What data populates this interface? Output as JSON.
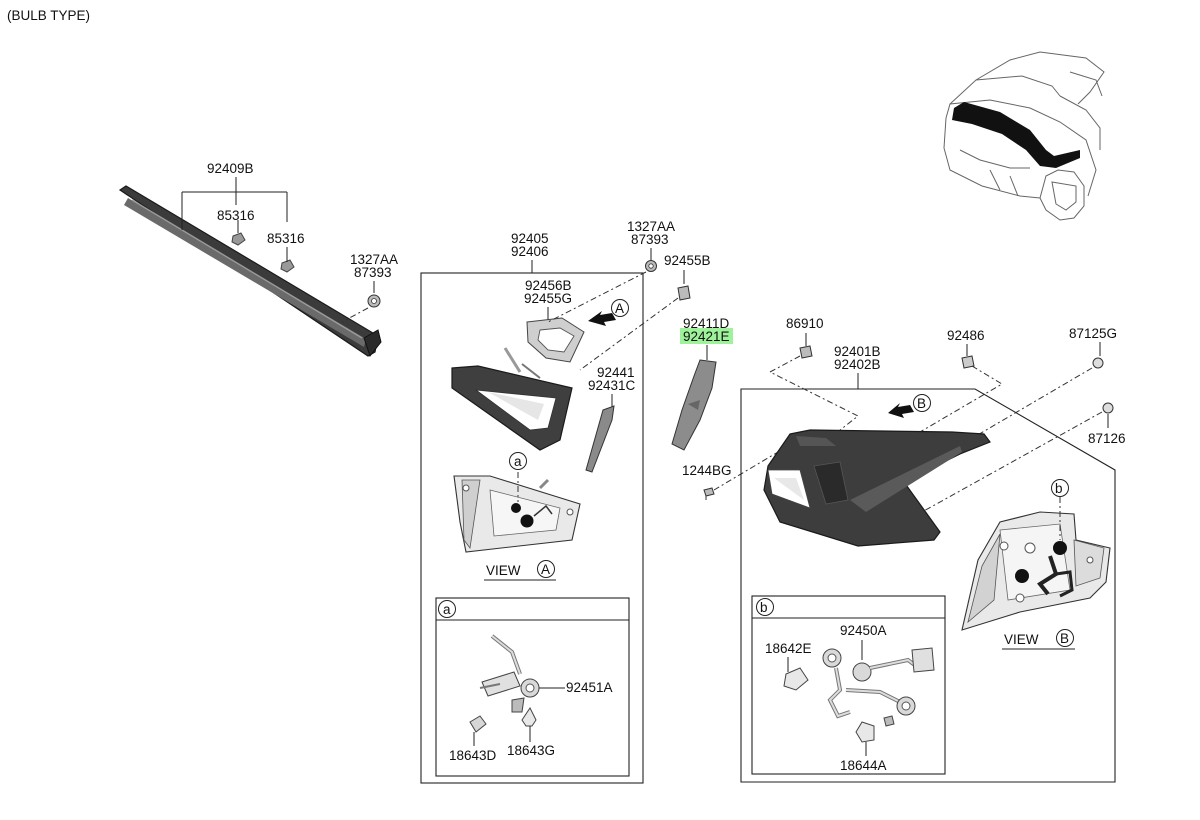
{
  "header": {
    "title": "(BULB TYPE)"
  },
  "parts": {
    "p92409B": "92409B",
    "p85316_a": "85316",
    "p85316_b": "85316",
    "p1327AA_left": "1327AA",
    "p87393_left": "87393",
    "p92405": "92405",
    "p92406": "92406",
    "p1327AA_mid": "1327AA",
    "p87393_mid": "87393",
    "p92455B": "92455B",
    "p92456B": "92456B",
    "p92455G": "92455G",
    "p92441": "92441",
    "p92431C": "92431C",
    "p92411D": "92411D",
    "p92421E": "92421E",
    "p1244BG": "1244BG",
    "p86910": "86910",
    "p92401B": "92401B",
    "p92402B": "92402B",
    "p92486": "92486",
    "p87125G": "87125G",
    "p87126": "87126",
    "p92451A": "92451A",
    "p18643D": "18643D",
    "p18643G": "18643G",
    "p18642E": "18642E",
    "p92450A": "92450A",
    "p18644A": "18644A"
  },
  "callouts": {
    "A": "A",
    "B": "B",
    "a": "a",
    "b": "b"
  },
  "views": {
    "view_label": "VIEW"
  },
  "colors": {
    "highlight": "#9ef29a",
    "lens_dark": "#3d3d3d",
    "part_grey": "#8a8a8a",
    "light_grey": "#d8d8d8"
  }
}
